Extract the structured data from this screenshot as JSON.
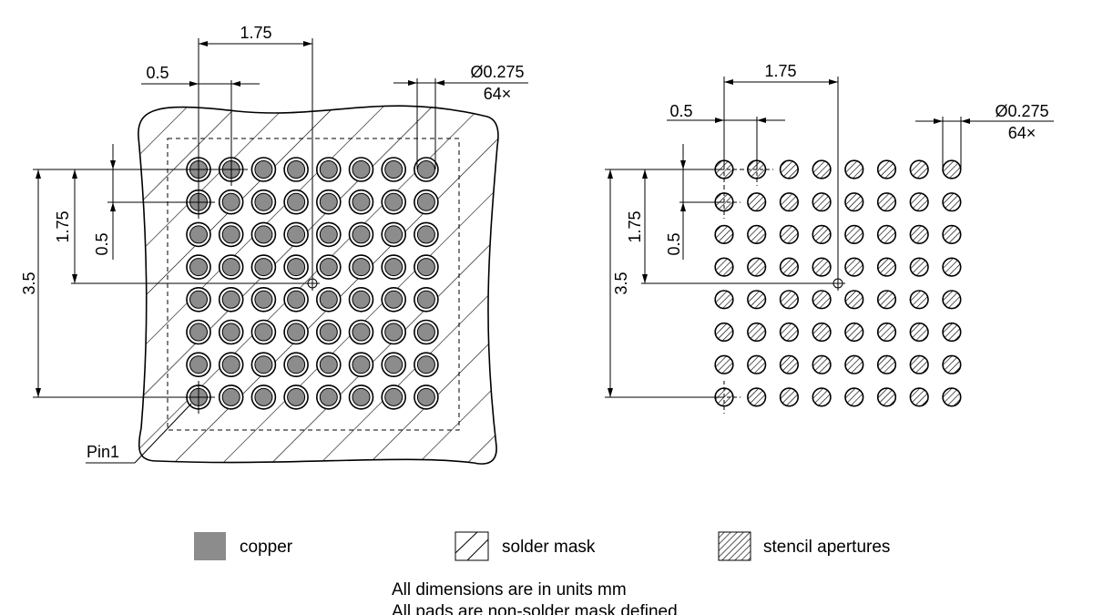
{
  "left_view": {
    "pitch_label": "0.5",
    "half_span_label": "1.75",
    "diameter_label": "Ø0.275",
    "count_label": "64×",
    "vertical_half_span_label": "1.75",
    "vertical_pitch_label": "0.5",
    "vertical_span_label": "3.5",
    "pin1_label": "Pin1",
    "grid": {
      "rows": 8,
      "cols": 8
    }
  },
  "right_view": {
    "pitch_label": "0.5",
    "half_span_label": "1.75",
    "diameter_label": "Ø0.275",
    "count_label": "64×",
    "vertical_half_span_label": "1.75",
    "vertical_pitch_label": "0.5",
    "vertical_span_label": "3.5",
    "grid": {
      "rows": 8,
      "cols": 8
    }
  },
  "legend": {
    "copper": "copper",
    "solder_mask": "solder mask",
    "stencil": "stencil apertures"
  },
  "notes": {
    "line1": "All dimensions are in units mm",
    "line2": "All pads are non-solder mask defined"
  },
  "colors": {
    "copper": "#8c8c8c",
    "lines": "#000000",
    "background": "#ffffff"
  }
}
